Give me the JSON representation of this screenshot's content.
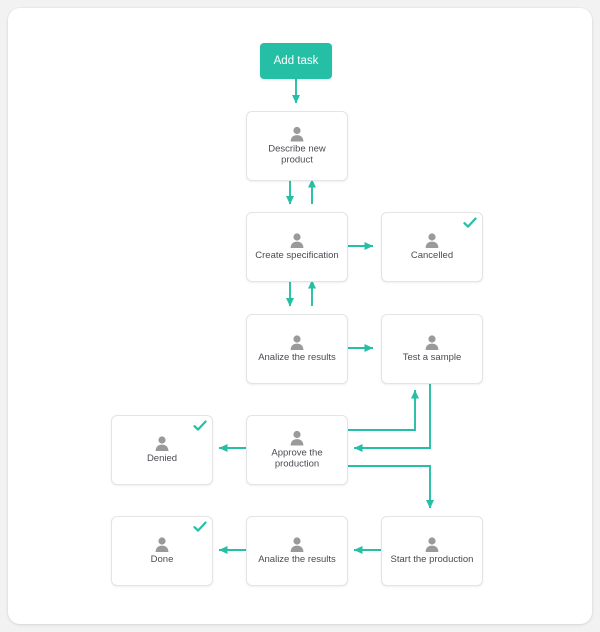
{
  "theme": {
    "accent": "#24bfa5",
    "node_bg": "#ffffff",
    "node_border": "#e4e4e4",
    "label_color": "#4a4a55",
    "canvas_bg": "#ffffff",
    "page_bg": "#f2f2f2",
    "avatar_color": "#9a9a9a"
  },
  "toolbar": {
    "add_task_label": "Add task"
  },
  "icons": {
    "avatar": "person-icon",
    "check": "check-icon"
  },
  "diagram": {
    "type": "flowchart",
    "nodes": [
      {
        "id": "describe",
        "label": "Describe new product",
        "completed": false
      },
      {
        "id": "create_spec",
        "label": "Create specification",
        "completed": false
      },
      {
        "id": "cancelled",
        "label": "Cancelled",
        "completed": true
      },
      {
        "id": "analize_1",
        "label": "Analize the results",
        "completed": false
      },
      {
        "id": "test_sample",
        "label": "Test a sample",
        "completed": false
      },
      {
        "id": "denied",
        "label": "Denied",
        "completed": true
      },
      {
        "id": "approve",
        "label": "Approve the\nproduction",
        "completed": false
      },
      {
        "id": "done",
        "label": "Done",
        "completed": true
      },
      {
        "id": "analize_2",
        "label": "Analize the results",
        "completed": false
      },
      {
        "id": "start_prod",
        "label": "Start the production",
        "completed": false
      }
    ],
    "edges": [
      {
        "from": "add_task",
        "to": "describe"
      },
      {
        "from": "describe",
        "to": "create_spec"
      },
      {
        "from": "create_spec",
        "to": "describe"
      },
      {
        "from": "create_spec",
        "to": "cancelled"
      },
      {
        "from": "create_spec",
        "to": "analize_1"
      },
      {
        "from": "analize_1",
        "to": "create_spec"
      },
      {
        "from": "analize_1",
        "to": "test_sample"
      },
      {
        "from": "test_sample",
        "to": "approve"
      },
      {
        "from": "approve",
        "to": "test_sample"
      },
      {
        "from": "approve",
        "to": "denied"
      },
      {
        "from": "approve",
        "to": "start_prod"
      },
      {
        "from": "start_prod",
        "to": "analize_2"
      },
      {
        "from": "analize_2",
        "to": "done"
      }
    ]
  }
}
